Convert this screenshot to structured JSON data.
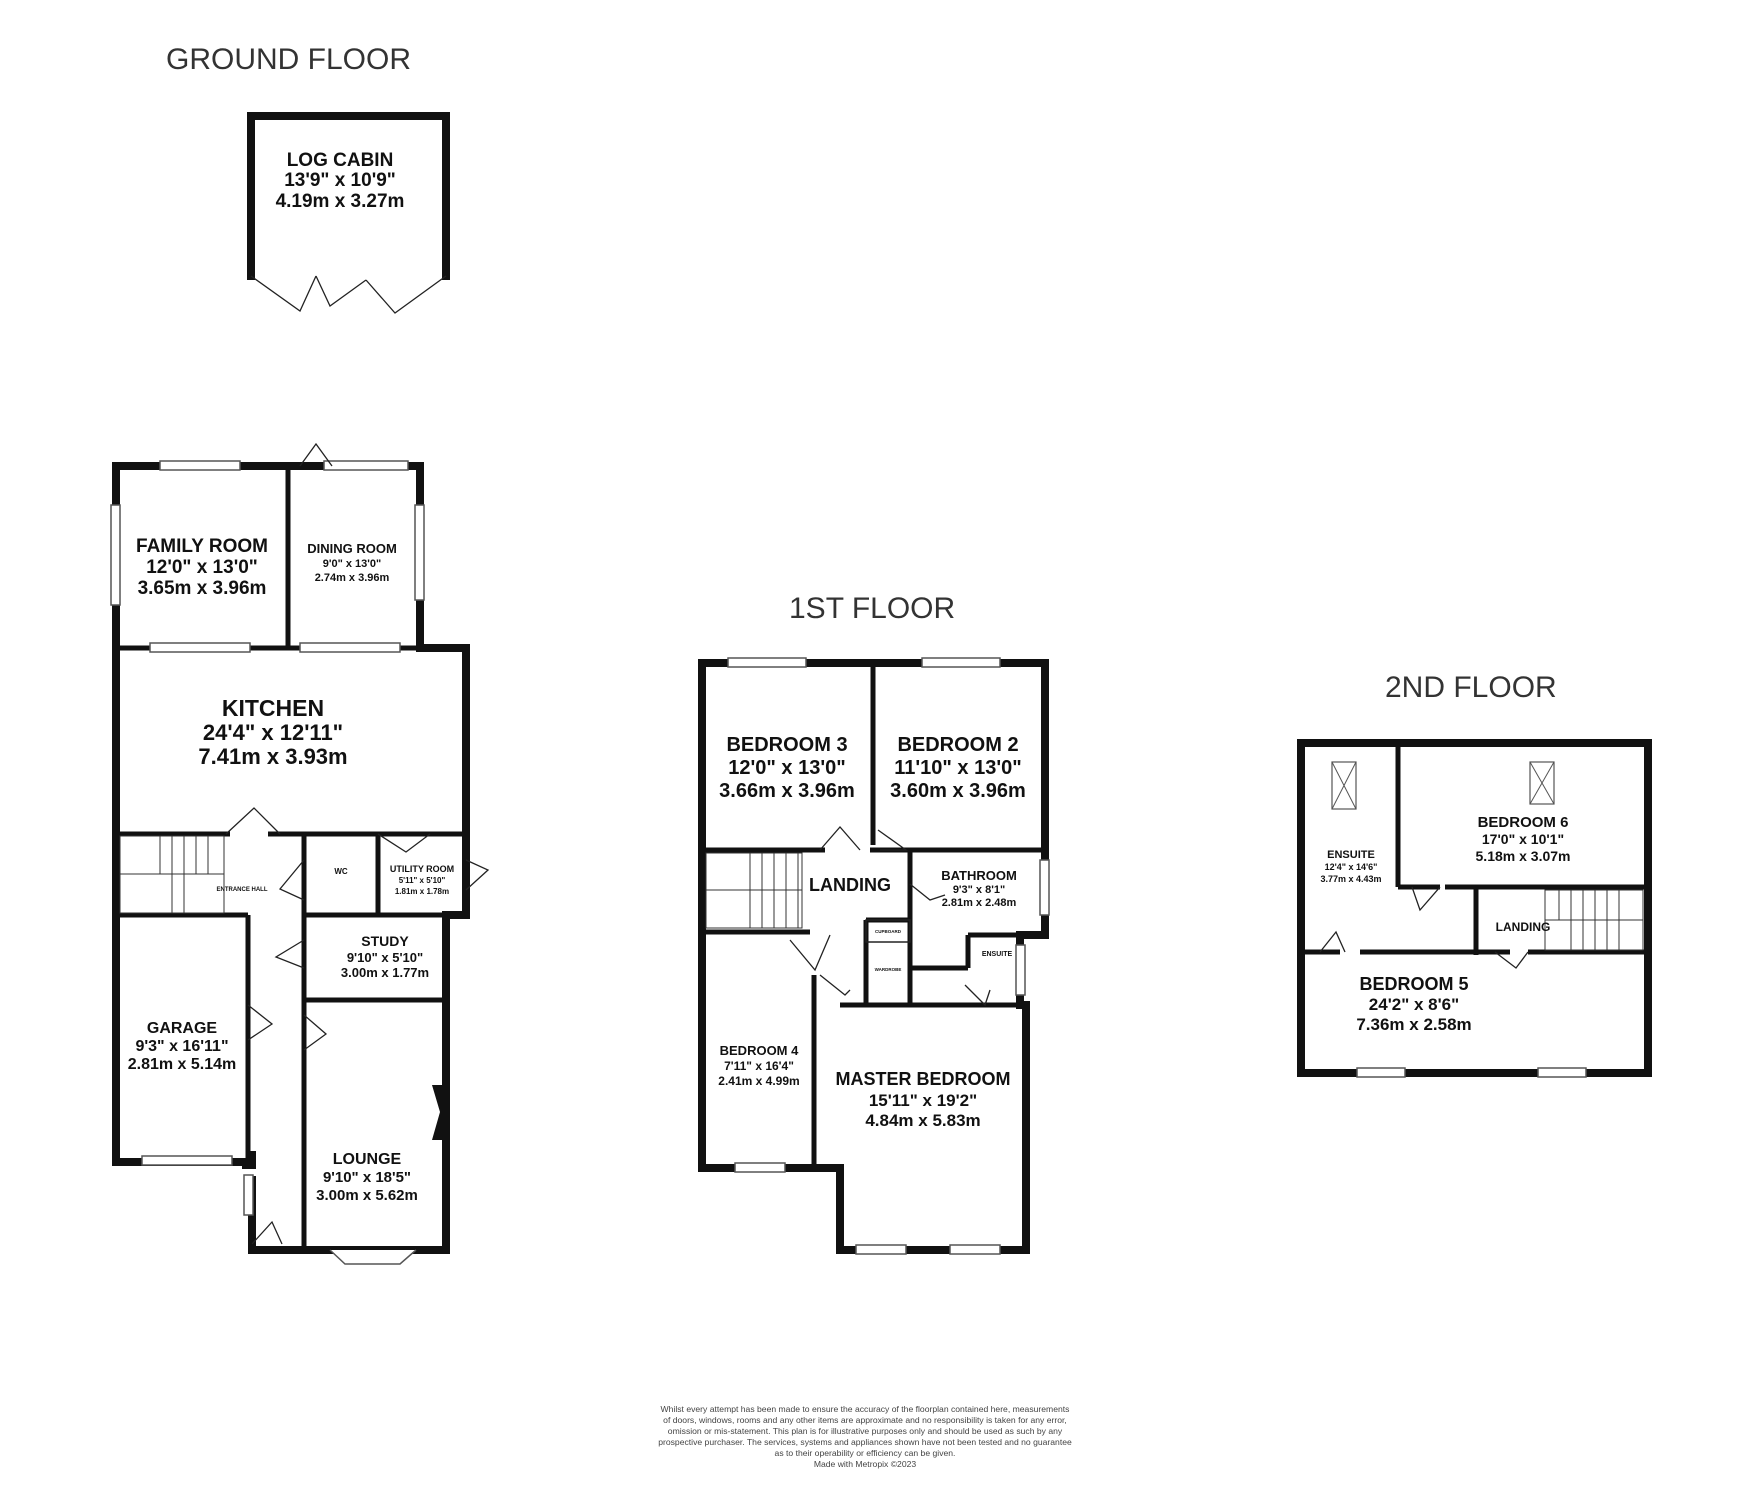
{
  "floors": {
    "ground": "GROUND FLOOR",
    "first": "1ST FLOOR",
    "second": "2ND FLOOR"
  },
  "rooms": {
    "log_cabin": {
      "name": "LOG CABIN",
      "imperial": "13'9\" x 10'9\"",
      "metric": "4.19m x 3.27m"
    },
    "family_room": {
      "name": "FAMILY ROOM",
      "imperial": "12'0\" x 13'0\"",
      "metric": "3.65m x 3.96m"
    },
    "dining_room": {
      "name": "DINING ROOM",
      "imperial": "9'0\" x 13'0\"",
      "metric": "2.74m x 3.96m"
    },
    "kitchen": {
      "name": "KITCHEN",
      "imperial": "24'4\" x 12'11\"",
      "metric": "7.41m x 3.93m"
    },
    "entrance_hall": {
      "name": "ENTRANCE HALL"
    },
    "wc": {
      "name": "WC"
    },
    "utility_room": {
      "name": "UTILITY ROOM",
      "imperial": "5'11\" x 5'10\"",
      "metric": "1.81m x 1.78m"
    },
    "study": {
      "name": "STUDY",
      "imperial": "9'10\" x 5'10\"",
      "metric": "3.00m x 1.77m"
    },
    "garage": {
      "name": "GARAGE",
      "imperial": "9'3\" x 16'11\"",
      "metric": "2.81m x 5.14m"
    },
    "lounge": {
      "name": "LOUNGE",
      "imperial": "9'10\" x 18'5\"",
      "metric": "3.00m x 5.62m"
    },
    "bedroom_3": {
      "name": "BEDROOM 3",
      "imperial": "12'0\" x 13'0\"",
      "metric": "3.66m x 3.96m"
    },
    "bedroom_2": {
      "name": "BEDROOM 2",
      "imperial": "11'10\" x 13'0\"",
      "metric": "3.60m x 3.96m"
    },
    "landing_1": {
      "name": "LANDING"
    },
    "bathroom": {
      "name": "BATHROOM",
      "imperial": "9'3\" x 8'1\"",
      "metric": "2.81m x 2.48m"
    },
    "cupboard": {
      "name": "CUPBOARD"
    },
    "wardrobe": {
      "name": "WARDROBE"
    },
    "ensuite_1": {
      "name": "ENSUITE"
    },
    "bedroom_4": {
      "name": "BEDROOM 4",
      "imperial": "7'11\" x 16'4\"",
      "metric": "2.41m x 4.99m"
    },
    "master_bedroom": {
      "name": "MASTER BEDROOM",
      "imperial": "15'11\" x 19'2\"",
      "metric": "4.84m x 5.83m"
    },
    "ensuite_2": {
      "name": "ENSUITE",
      "imperial": "12'4\" x 14'6\"",
      "metric": "3.77m x 4.43m"
    },
    "bedroom_6": {
      "name": "BEDROOM 6",
      "imperial": "17'0\" x 10'1\"",
      "metric": "5.18m x 3.07m"
    },
    "landing_2": {
      "name": "LANDING"
    },
    "bedroom_5": {
      "name": "BEDROOM 5",
      "imperial": "24'2\" x 8'6\"",
      "metric": "7.36m x 2.58m"
    }
  },
  "disclaimer": [
    "Whilst every attempt has been made to ensure the accuracy of the floorplan contained here, measurements",
    "of doors, windows, rooms and any other items are approximate and no responsibility is taken for any error,",
    "omission or mis-statement. This plan is for illustrative purposes only and should be used as such by any",
    "prospective purchaser. The services, systems and appliances shown have not been tested and no guarantee",
    "as to their operability or efficiency can be given.",
    "Made with Metropix ©2023"
  ]
}
